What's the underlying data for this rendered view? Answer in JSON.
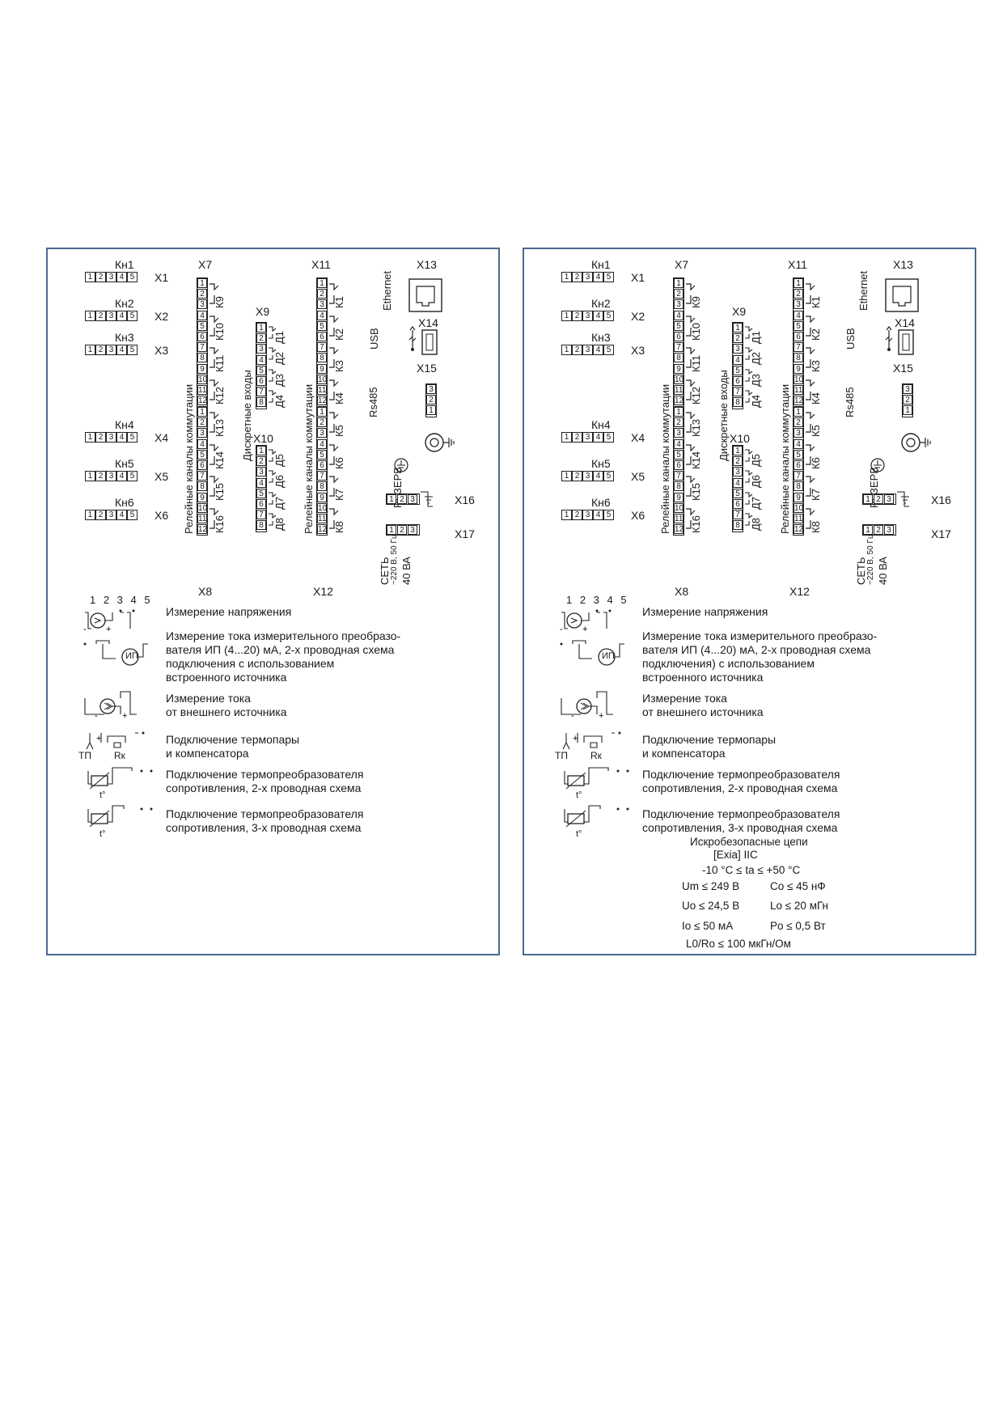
{
  "channels": [
    {
      "label": "Кн1",
      "connector": "X1"
    },
    {
      "label": "Кн2",
      "connector": "X2"
    },
    {
      "label": "Кн3",
      "connector": "X3"
    },
    {
      "label": "Кн4",
      "connector": "X4"
    },
    {
      "label": "Кн5",
      "connector": "X5"
    },
    {
      "label": "Кн6",
      "connector": "X6"
    }
  ],
  "terminal_numbers": [
    "1",
    "2",
    "3",
    "4",
    "5",
    "6",
    "7",
    "8",
    "9",
    "10",
    "11",
    "12"
  ],
  "connectors": {
    "x7": "X7",
    "x8": "X8",
    "x9": "X9",
    "x10": "X10",
    "x11": "X11",
    "x12": "X12",
    "x13": "X13",
    "x14": "X14",
    "x15": "X15",
    "x16": "X16",
    "x17": "X17"
  },
  "relays_left": [
    "К9",
    "К10",
    "К11",
    "К12",
    "К13",
    "К14",
    "К15",
    "К16"
  ],
  "relays_right": [
    "К1",
    "К2",
    "К3",
    "К4",
    "К5",
    "К6",
    "К7",
    "К8"
  ],
  "discrete": [
    "Д1",
    "Д2",
    "Д3",
    "Д4",
    "Д5",
    "Д6",
    "Д7",
    "Д8"
  ],
  "vertical_labels": {
    "relay_channels": "Релейные каналы коммутации",
    "discrete_inputs": "Дискретные входы",
    "ethernet": "Ethernet",
    "usb": "USB",
    "rs485": "Rs485",
    "reserve": "РЕЗЕРВ",
    "network": "СЕТЬ",
    "network_voltage": "~220 В, 50 Гц",
    "network_power": "40 ВА"
  },
  "pins_numbers": [
    "1",
    "2",
    "3"
  ],
  "legend_numbers": "1 2 3 4 5",
  "legend": [
    [
      "Измерение   напряжения"
    ],
    [
      "Измерение  тока измерительного преобразо-",
      "вателя  ИП  (4...20) мА, 2-х проводная схема",
      "подключения с использованием",
      "встроенного источника"
    ],
    [
      "Измерение тока",
      "от   внешнего  источника"
    ],
    [
      "Подключение термопары",
      "и компенсатора"
    ],
    [
      "Подключение     термопреобразователя",
      "сопротивления,     2-х проводная схема"
    ],
    [
      "Подключение   термопреобразователя",
      "сопротивления,    3-х проводная схема"
    ]
  ],
  "legend_right_line3": "подключения) с использованием",
  "icon_labels": {
    "ip": "ИП",
    "tp": "ТП",
    "rk": "Rк",
    "t": "t°"
  },
  "specs": {
    "title": "Искробезопасные цепи",
    "exia": "[Exia] IIC",
    "temp": "-10 °C ≤ tа ≤ +50 °C",
    "um": "Um ≤ 249 В",
    "co": "Co ≤ 45 нФ",
    "uo": "Uo ≤ 24,5 В",
    "lo": "Lo ≤ 20 мГн",
    "io": "Io  ≤ 50  мА",
    "po": "Po ≤ 0,5  Вт",
    "l0ro": "L0/Ro  ≤ 100 мкГн/Ом"
  }
}
